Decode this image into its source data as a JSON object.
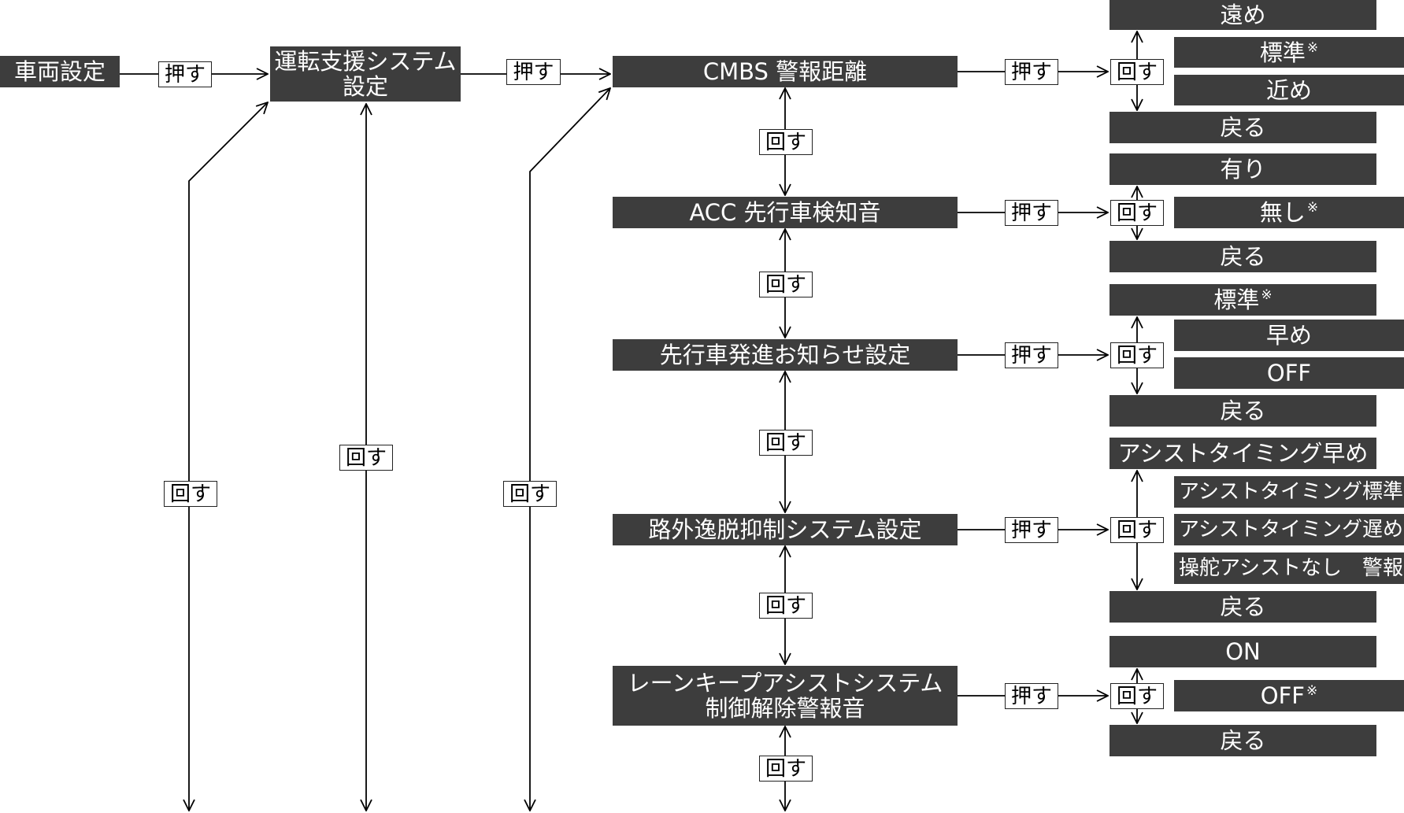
{
  "labels": {
    "push": "押す",
    "turn": "回す",
    "note": "※"
  },
  "main": {
    "vehicle_settings": "車両設定",
    "driver_assist_line1": "運転支援システム",
    "driver_assist_line2": "設定"
  },
  "items": [
    {
      "title": [
        "CMBS 警報距離"
      ],
      "options": [
        {
          "text": "遠め",
          "note": false
        },
        {
          "text": "標準",
          "note": true
        },
        {
          "text": "近め",
          "note": false
        },
        {
          "text": "戻る",
          "note": false
        }
      ]
    },
    {
      "title": [
        "ACC 先行車検知音"
      ],
      "options": [
        {
          "text": "有り",
          "note": false
        },
        {
          "text": "無し",
          "note": true
        },
        {
          "text": "戻る",
          "note": false
        }
      ]
    },
    {
      "title": [
        "先行車発進お知らせ設定"
      ],
      "options": [
        {
          "text": "標準",
          "note": true
        },
        {
          "text": "早め",
          "note": false
        },
        {
          "text": "OFF",
          "note": false
        },
        {
          "text": "戻る",
          "note": false
        }
      ]
    },
    {
      "title": [
        "路外逸脱抑制システム設定"
      ],
      "options": [
        {
          "text": "アシストタイミング早め",
          "note": false
        },
        {
          "text": "アシストタイミング標準",
          "note": true
        },
        {
          "text": "アシストタイミング遅め",
          "note": false
        },
        {
          "text": "操舵アシストなし　警報のみ",
          "note": false
        },
        {
          "text": "戻る",
          "note": false
        }
      ]
    },
    {
      "title": [
        "レーンキープアシストシステム",
        "制御解除警報音"
      ],
      "options": [
        {
          "text": "ON",
          "note": false
        },
        {
          "text": "OFF",
          "note": true
        },
        {
          "text": "戻る",
          "note": false
        }
      ]
    }
  ]
}
